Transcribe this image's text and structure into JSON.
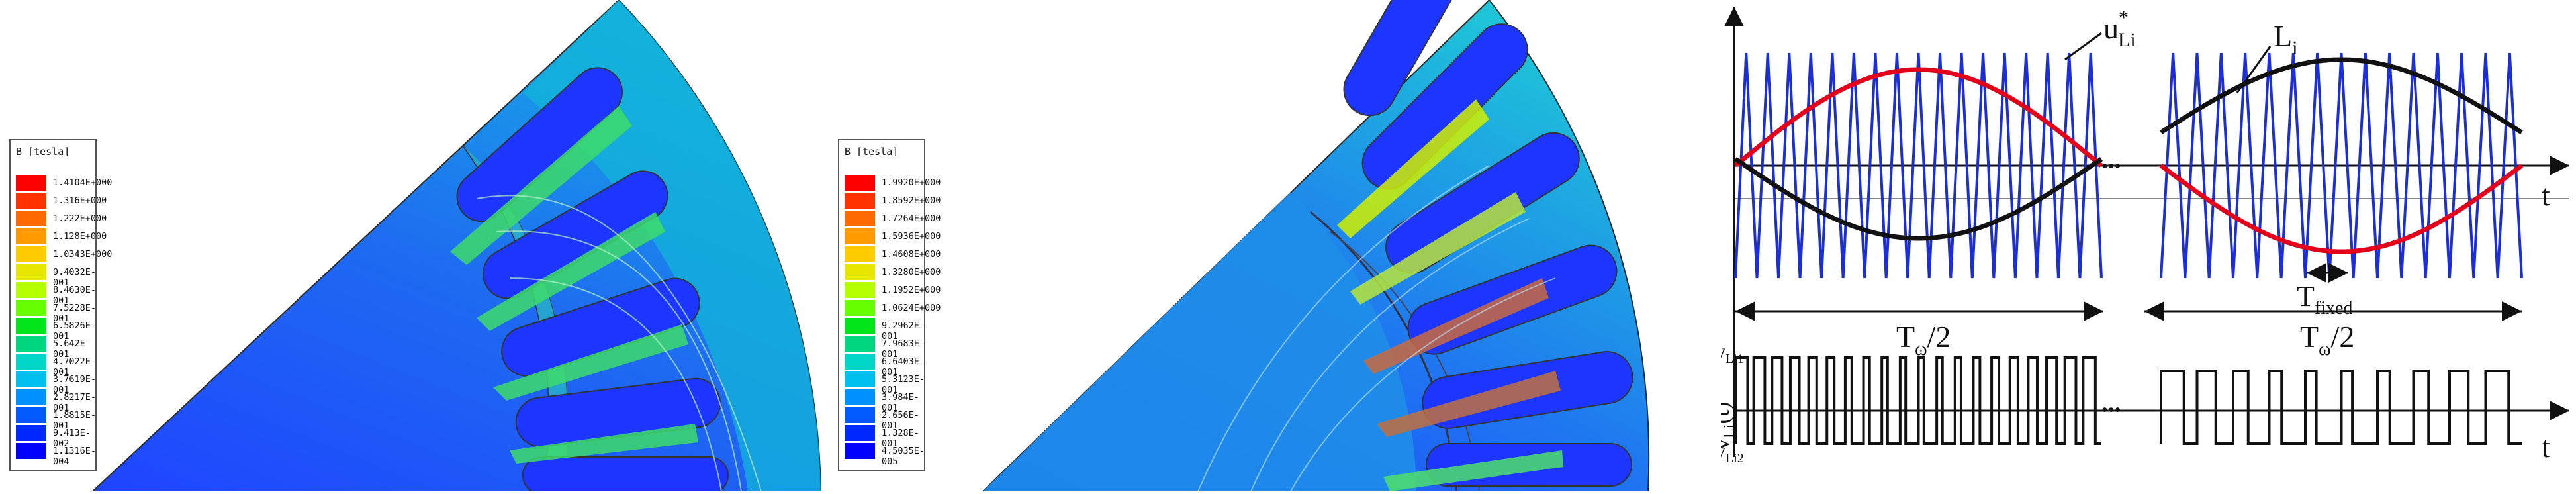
{
  "panel_a": {
    "legend": {
      "title": "B [tesla]",
      "values": [
        "1.4104E+000",
        "1.316E+000",
        "1.222E+000",
        "1.128E+000",
        "1.0343E+000",
        "9.4032E-001",
        "8.4630E-001",
        "7.5228E-001",
        "6.5826E-001",
        "5.642E-001",
        "4.7022E-001",
        "3.7619E-001",
        "2.8217E-001",
        "1.8815E-001",
        "9.413E-002",
        "1.1316E-004"
      ],
      "colors": [
        "#ff0000",
        "#ff3300",
        "#ff6a00",
        "#ff9900",
        "#ffcc00",
        "#e6e600",
        "#b3ff00",
        "#66ff00",
        "#00e61a",
        "#00d780",
        "#00d6c8",
        "#00c0f0",
        "#0090ff",
        "#005aff",
        "#0028ff",
        "#0000ff"
      ]
    }
  },
  "panel_b": {
    "legend": {
      "title": "B [tesla]",
      "values": [
        "1.9920E+000",
        "1.8592E+000",
        "1.7264E+000",
        "1.5936E+000",
        "1.4608E+000",
        "1.3280E+000",
        "1.1952E+000",
        "1.0624E+000",
        "9.2962E-001",
        "7.9683E-001",
        "6.6403E-001",
        "5.3123E-001",
        "3.984E-001",
        "2.656E-001",
        "1.328E-001",
        "4.5035E-005"
      ],
      "colors": [
        "#ff0000",
        "#ff3300",
        "#ff6a00",
        "#ff9900",
        "#ffcc00",
        "#e6e600",
        "#b3ff00",
        "#66ff00",
        "#00e61a",
        "#00d780",
        "#00d6c8",
        "#00c0f0",
        "#0090ff",
        "#005aff",
        "#0028ff",
        "#0000ff"
      ]
    }
  },
  "waveform": {
    "u_label_main": "u",
    "u_label_sup": "*",
    "u_label_sub": "Li",
    "L_label_main": "L",
    "L_label_sub": "i",
    "t_label": "t",
    "period_left_main": "T",
    "period_left_sub": "ω",
    "period_left_tail": "/2",
    "period_right_main": "T",
    "period_right_sub": "ω",
    "period_right_tail": "/2",
    "tfixed_main": "T",
    "tfixed_sub": "fixed",
    "v_high_main": "v",
    "v_high_sub": "Li1",
    "v_low_main": "v",
    "v_low_sub": "Li2",
    "v_axis_main": "v",
    "v_axis_sub": "Li",
    "v_axis_tail": "(t)",
    "t_label_bottom": "t",
    "ellipsis": "•••",
    "colors": {
      "reference": "#e3001b",
      "carrier": "#1c2fd6",
      "envelope": "#111111"
    }
  }
}
